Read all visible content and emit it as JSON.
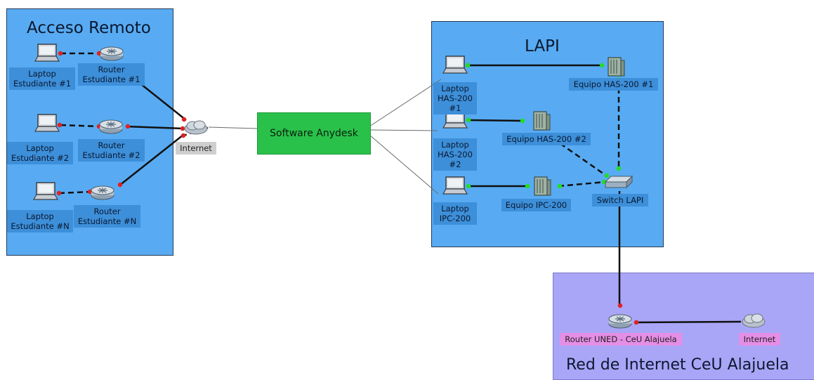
{
  "zones": {
    "remote": {
      "title": "Acceso Remoto"
    },
    "lapi": {
      "title": "LAPI"
    },
    "ceu": {
      "title": "Red de Internet CeU Alajuela"
    }
  },
  "remote": {
    "laptop1": "Laptop\nEstudiante #1",
    "router1": "Router\nEstudiante #1",
    "laptop2": "Laptop\nEstudiante #2",
    "router2": "Router\nEstudiante #2",
    "laptopN": "Laptop\nEstudiante #N",
    "routerN": "Router\nEstudiante #N",
    "internet": "Internet"
  },
  "center": {
    "software": "Software Anydesk"
  },
  "lapi": {
    "laptop_has1": "Laptop\nHAS-200 #1",
    "laptop_has2": "Laptop\nHAS-200 #2",
    "laptop_ipc": "Laptop\nIPC-200",
    "equipo_has1": "Equipo HAS-200 #1",
    "equipo_has2": "Equipo HAS-200 #2",
    "equipo_ipc": "Equipo IPC-200",
    "switch": "Switch LAPI"
  },
  "ceu": {
    "router": "Router UNED - CeU Alajuela",
    "internet": "Internet"
  },
  "colors": {
    "zone_blue": "#58abf2",
    "zone_purple": "#a9a6f7",
    "software": "#2ac14b",
    "link_up": "#22dd22",
    "link_down": "#dd2222"
  }
}
